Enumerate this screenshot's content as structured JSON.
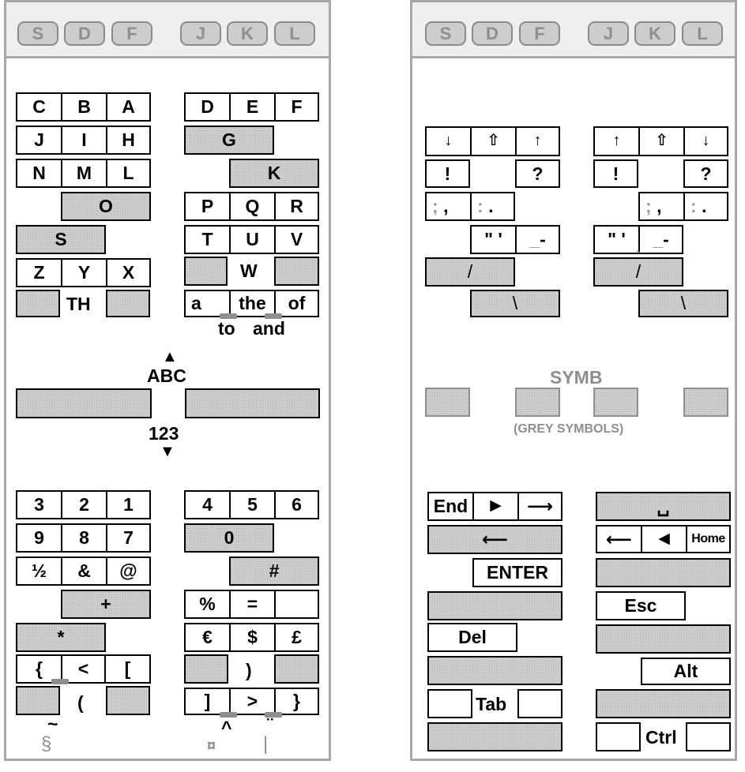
{
  "header": {
    "home_keys": [
      "S",
      "D",
      "F",
      "J",
      "K",
      "L"
    ]
  },
  "left_panel": {
    "letters_left": {
      "row1": [
        "C",
        "B",
        "A"
      ],
      "row2": [
        "J",
        "I",
        "H"
      ],
      "row3": [
        "N",
        "M",
        "L"
      ],
      "o_key": "O",
      "s_key": "S",
      "row6": [
        "Z",
        "Y",
        "X"
      ],
      "th": "TH"
    },
    "letters_right": {
      "row1": [
        "D",
        "E",
        "F"
      ],
      "g_key": "G",
      "k_key": "K",
      "row4": [
        "P",
        "Q",
        "R"
      ],
      "row5": [
        "T",
        "U",
        "V"
      ],
      "w": "W",
      "words": [
        "a",
        "the",
        "of"
      ],
      "sub_words": [
        "to",
        "and"
      ]
    },
    "mode": {
      "up_arrow": "▲",
      "up_label": "ABC",
      "down_label": "123",
      "down_arrow": "▼"
    },
    "numbers_left": {
      "row1": [
        "3",
        "2",
        "1"
      ],
      "row2": [
        "9",
        "8",
        "7"
      ],
      "row3": [
        "½",
        "&",
        "@"
      ],
      "plus": "+",
      "star": "*",
      "row6": [
        "{",
        "<",
        "["
      ],
      "paren": "(",
      "tilde": "~",
      "section": "§"
    },
    "numbers_right": {
      "row1": [
        "4",
        "5",
        "6"
      ],
      "zero": "0",
      "hash": "#",
      "row4": [
        "%",
        "="
      ],
      "row5": [
        "€",
        "$",
        "£"
      ],
      "paren": ")",
      "row7": [
        "]",
        ">",
        "}"
      ],
      "caret": "^",
      "diaeresis": "¨",
      "currency": "¤",
      "bar": "|"
    }
  },
  "right_panel": {
    "punct_left": {
      "arrows": [
        "↓",
        "⇧",
        "↑"
      ],
      "exclaim": "!",
      "question": "?",
      "semi": ";",
      "comma": ",",
      "colon": ":",
      "period": ".",
      "quotes": "\" '",
      "underscore": "_",
      "dash": "-",
      "slash": "/",
      "backslash": "\\"
    },
    "punct_right": {
      "arrows": [
        "↑",
        "⇧",
        "↓"
      ],
      "exclaim": "!",
      "question": "?",
      "semi": ";",
      "comma": ",",
      "colon": ":",
      "period": ".",
      "quotes": "\" '",
      "underscore": "_",
      "dash": "-",
      "slash": "/",
      "backtick": "`",
      "backslash": "\\"
    },
    "symb": {
      "title": "SYMB",
      "subtitle": "(GREY SYMBOLS)"
    },
    "nav_left": {
      "end": "End",
      "right_tri": "▶",
      "right_arrow": "⟶",
      "left_long": "⟵",
      "enter": "ENTER",
      "del": "Del",
      "tab": "Tab"
    },
    "nav_right": {
      "space": "␣",
      "left_arrow": "⟵",
      "left_tri": "◀",
      "home": "Home",
      "esc": "Esc",
      "alt": "Alt",
      "ctrl": "Ctrl"
    }
  }
}
